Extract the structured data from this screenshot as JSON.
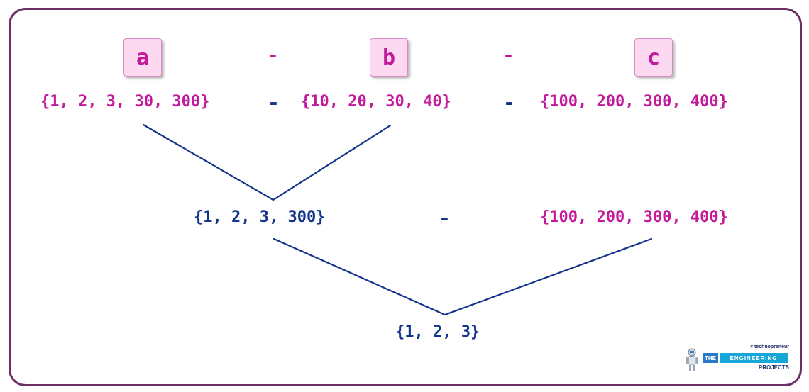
{
  "labels": {
    "a": "a",
    "b": "b",
    "c": "c"
  },
  "operator": "-",
  "row1": {
    "set_a": "{1, 2, 3, 30, 300}",
    "set_b": "{10, 20, 30, 40}",
    "set_c": "{100, 200, 300, 400}"
  },
  "row2": {
    "result_ab": "{1, 2, 3, 300}",
    "set_c": "{100, 200, 300, 400}"
  },
  "row3": {
    "final_result": "{1, 2, 3}"
  },
  "logo": {
    "tag": "# technopreneur",
    "the": "THE",
    "engineering": "ENGINEERING",
    "projects": "PROJECTS"
  },
  "colors": {
    "frame": "#6b2f66",
    "pink_text": "#c21a9a",
    "navy_text": "#13348a",
    "label_fill": "#fcd9f0",
    "line": "#13348a"
  }
}
